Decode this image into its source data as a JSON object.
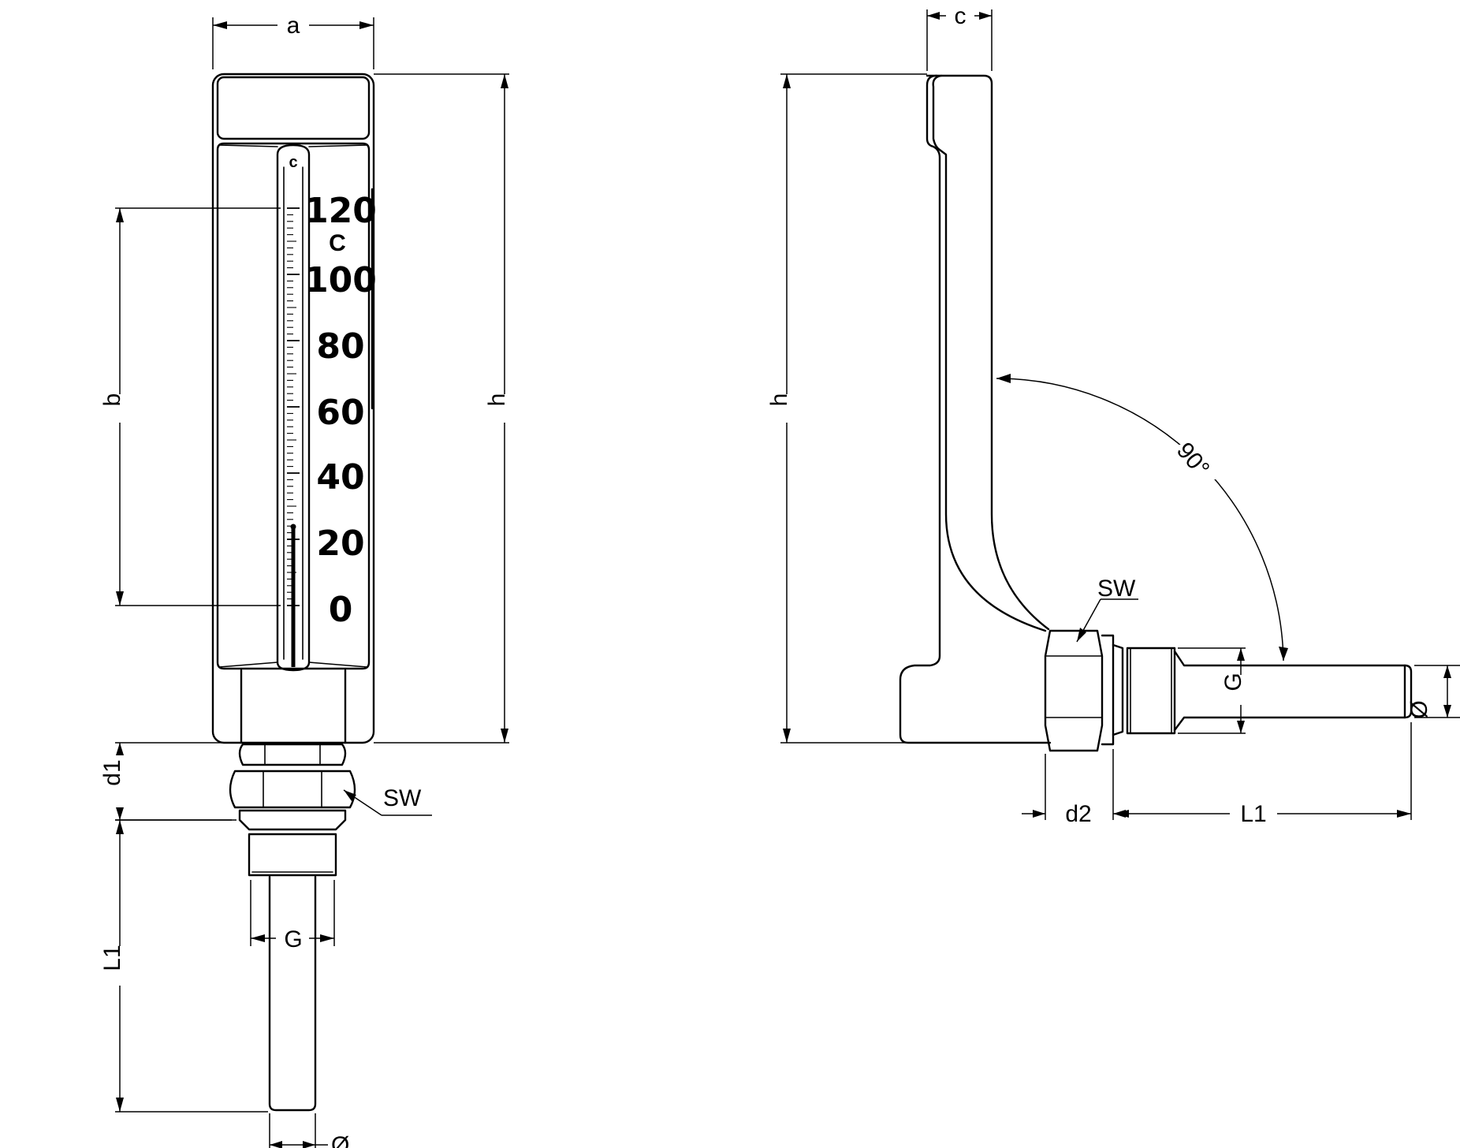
{
  "front_view": {
    "dimensions": {
      "width": "a",
      "scale_height": "b",
      "total_height": "h",
      "nut_height": "d1",
      "wrench_size": "SW",
      "thread": "G",
      "stem_length": "L1",
      "stem_diameter": "Ø"
    },
    "scale": {
      "unit_top": "c",
      "unit_label": "C",
      "numbers": [
        "120",
        "100",
        "80",
        "60",
        "40",
        "20",
        "0"
      ]
    }
  },
  "side_view": {
    "dimensions": {
      "depth": "c",
      "total_height": "h",
      "angle": "90°",
      "wrench_size": "SW",
      "thread": "G",
      "stem_diameter": "Ø",
      "nut_width": "d2",
      "stem_length": "L1"
    }
  }
}
